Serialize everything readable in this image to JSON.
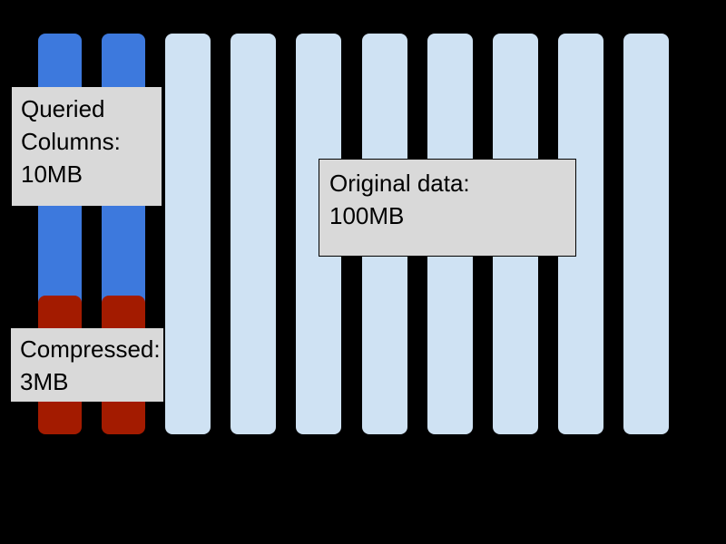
{
  "diagram": {
    "description_labels": {
      "queried": "Queried\nColumns:\n10MB",
      "compressed": "Compressed:\n3MB",
      "original": "Original data:\n100MB"
    },
    "columns": {
      "queried_count": 2,
      "original_count": 8
    }
  },
  "colors": {
    "bg": "#000000",
    "blue": "#3d79dd",
    "red": "#a31b00",
    "lightblue": "#cfe2f3",
    "gray": "#d9d9d9",
    "label_text": "#000000",
    "border": "#000000"
  }
}
